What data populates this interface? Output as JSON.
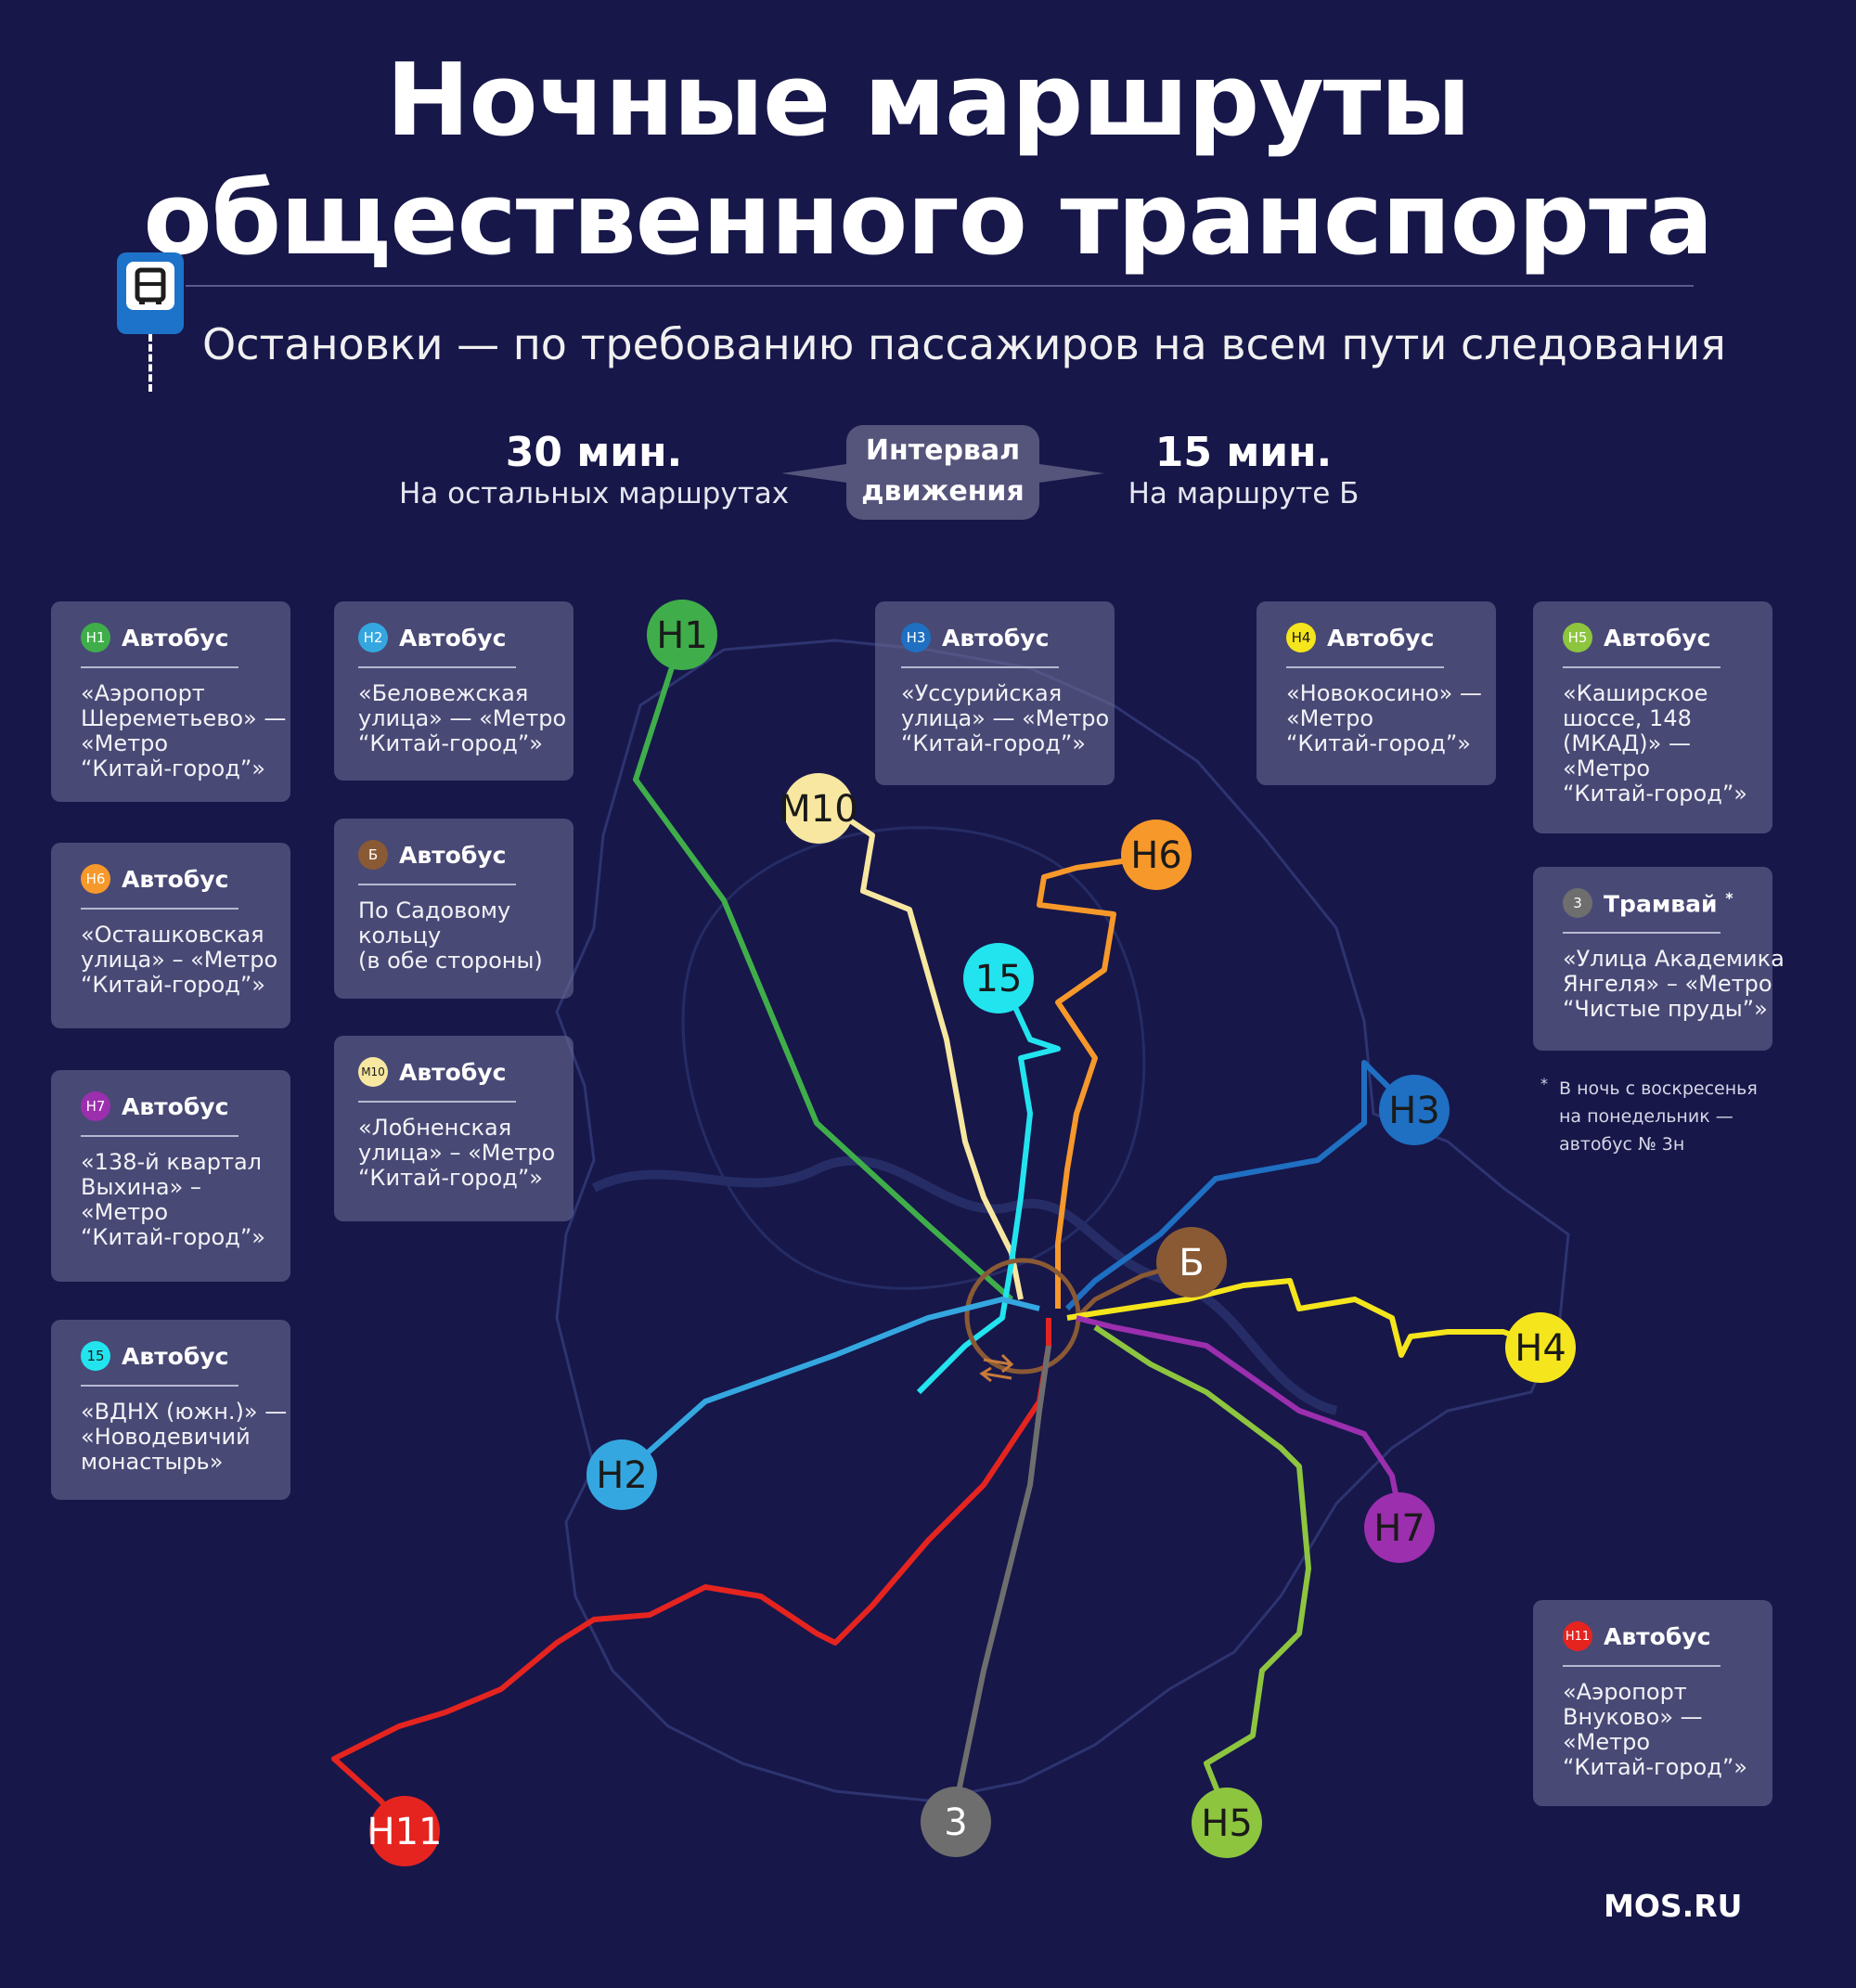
{
  "title": {
    "line1": "Ночные маршруты",
    "line2": "общественного транспорта"
  },
  "subtitle": "Остановки — по требованию пассажиров на всем пути следования",
  "interval": {
    "label_line1": "Интервал",
    "label_line2": "движения",
    "left": {
      "value": "30 мин.",
      "text": "На остальных маршрутах"
    },
    "right": {
      "value": "15 мин.",
      "text": "На маршруте Б"
    }
  },
  "colors": {
    "background": "#17174a",
    "card": "#62628c",
    "H1": "#3fae4a",
    "H2": "#35a7e0",
    "H3": "#1f6fc2",
    "H4": "#f5e51c",
    "H5": "#8dc53f",
    "H6": "#f7982a",
    "H7": "#9b2fae",
    "H11": "#e52420",
    "B": "#8a5a34",
    "M10": "#f7e7a0",
    "r15": "#22e4ef",
    "tram3": "#6e6e6e"
  },
  "cards": {
    "h1": {
      "badge": "Н1",
      "type": "Автобус",
      "lines": [
        "«Аэропорт",
        "Шереметьево» —",
        "«Метро",
        "“Китай-город”»"
      ]
    },
    "h2": {
      "badge": "Н2",
      "type": "Автобус",
      "lines": [
        "«Беловежская",
        "улица» — «Метро",
        "“Китай-город”»"
      ]
    },
    "h3": {
      "badge": "Н3",
      "type": "Автобус",
      "lines": [
        "«Уссурийская",
        "улица» — «Метро",
        "“Китай-город”»"
      ]
    },
    "h4": {
      "badge": "Н4",
      "type": "Автобус",
      "lines": [
        "«Новокосино» —",
        "«Метро",
        "“Китай-город”»"
      ]
    },
    "h5": {
      "badge": "Н5",
      "type": "Автобус",
      "lines": [
        "«Каширское",
        "шоссе, 148",
        "(МКАД)» —",
        "«Метро",
        "“Китай-город”»"
      ]
    },
    "h6": {
      "badge": "Н6",
      "type": "Автобус",
      "lines": [
        "«Осташковская",
        "улица» – «Метро",
        "“Китай-город”»"
      ]
    },
    "b": {
      "badge": "Б",
      "type": "Автобус",
      "lines": [
        "По Садовому",
        "кольцу",
        "(в обе стороны)"
      ]
    },
    "tram3": {
      "badge": "3",
      "type": "Трамвай",
      "note_mark": "*",
      "lines": [
        "«Улица Академика",
        "Янгеля» – «Метро",
        "“Чистые пруды”»"
      ]
    },
    "h7": {
      "badge": "Н7",
      "type": "Автобус",
      "lines": [
        "«138-й квартал",
        "Выхина» –",
        "«Метро",
        "“Китай-город”»"
      ]
    },
    "m10": {
      "badge": "М10",
      "type": "Автобус",
      "lines": [
        "«Лобненская",
        "улица» – «Метро",
        "“Китай-город”»"
      ]
    },
    "r15": {
      "badge": "15",
      "type": "Автобус",
      "lines": [
        "«ВДНХ (южн.)» —",
        "«Новодевичий",
        "монастырь»"
      ]
    },
    "h11": {
      "badge": "Н11",
      "type": "Автобус",
      "lines": [
        "«Аэропорт",
        "Внуково» —",
        "«Метро",
        "“Китай-город”»"
      ]
    }
  },
  "footnote": {
    "mark": "*",
    "lines": [
      "В ночь с воскресенья",
      "на понедельник —",
      "автобус № 3н"
    ]
  },
  "map_labels": {
    "H1": "Н1",
    "M10": "М10",
    "H6": "Н6",
    "r15": "15",
    "H3": "Н3",
    "B": "Б",
    "H4": "Н4",
    "H2": "Н2",
    "H7": "Н7",
    "H11": "Н11",
    "tram3": "3",
    "H5": "Н5"
  },
  "brand": "MOS.RU"
}
